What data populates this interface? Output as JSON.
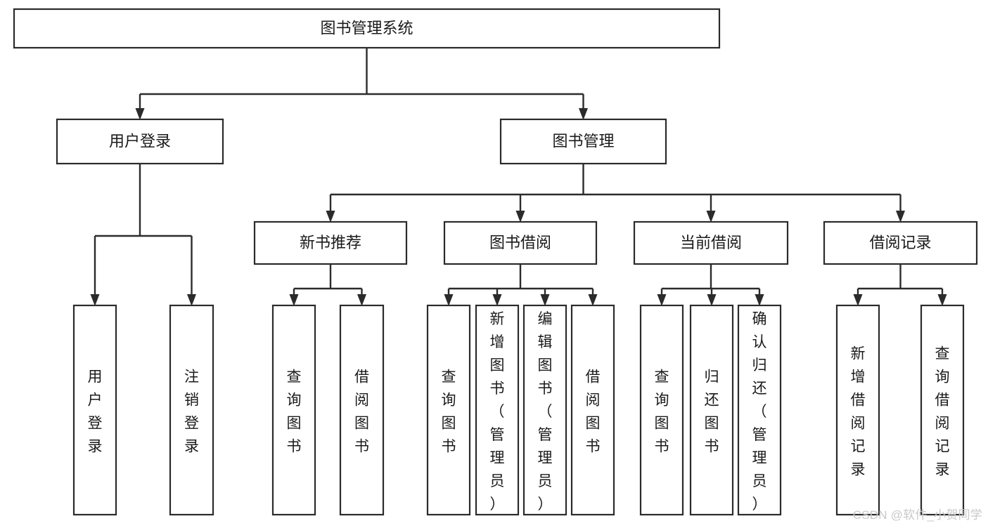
{
  "diagram": {
    "title": "图书管理系统",
    "type": "hierarchy-tree",
    "accent_color": "#2b2b2b",
    "background_color": "#ffffff",
    "box_fill": "#ffffff",
    "levels": [
      {
        "level": 1,
        "nodes": [
          {
            "id": "root",
            "label": "图书管理系统",
            "orientation": "horizontal"
          }
        ]
      },
      {
        "level": 2,
        "nodes": [
          {
            "id": "user-login",
            "label": "用户登录",
            "orientation": "horizontal",
            "parent": "root"
          },
          {
            "id": "book-admin",
            "label": "图书管理",
            "orientation": "horizontal",
            "parent": "root"
          }
        ]
      },
      {
        "level": 3,
        "nodes": [
          {
            "id": "new-book-rec",
            "label": "新书推荐",
            "orientation": "horizontal",
            "parent": "book-admin"
          },
          {
            "id": "book-borrow",
            "label": "图书借阅",
            "orientation": "horizontal",
            "parent": "book-admin"
          },
          {
            "id": "current-borrow",
            "label": "当前借阅",
            "orientation": "horizontal",
            "parent": "book-admin"
          },
          {
            "id": "borrow-record",
            "label": "借阅记录",
            "orientation": "horizontal",
            "parent": "book-admin"
          }
        ]
      },
      {
        "level": 4,
        "nodes": [
          {
            "id": "leaf-1",
            "label": "用户登录",
            "orientation": "vertical",
            "parent": "user-login"
          },
          {
            "id": "leaf-2",
            "label": "注销登录",
            "orientation": "vertical",
            "parent": "user-login"
          },
          {
            "id": "leaf-3",
            "label": "查询图书",
            "orientation": "vertical",
            "parent": "new-book-rec"
          },
          {
            "id": "leaf-4",
            "label": "借阅图书",
            "orientation": "vertical",
            "parent": "new-book-rec"
          },
          {
            "id": "leaf-5",
            "label": "查询图书",
            "orientation": "vertical",
            "parent": "book-borrow"
          },
          {
            "id": "leaf-6",
            "label": "新增图书（管理员）",
            "orientation": "vertical",
            "parent": "book-borrow"
          },
          {
            "id": "leaf-7",
            "label": "编辑图书（管理员）",
            "orientation": "vertical",
            "parent": "book-borrow"
          },
          {
            "id": "leaf-8",
            "label": "借阅图书",
            "orientation": "vertical",
            "parent": "book-borrow"
          },
          {
            "id": "leaf-9",
            "label": "查询图书",
            "orientation": "vertical",
            "parent": "current-borrow"
          },
          {
            "id": "leaf-10",
            "label": "归还图书",
            "orientation": "vertical",
            "parent": "current-borrow"
          },
          {
            "id": "leaf-11",
            "label": "确认归还（管理员）",
            "orientation": "vertical",
            "parent": "current-borrow"
          },
          {
            "id": "leaf-12",
            "label": "新增借阅记录",
            "orientation": "vertical",
            "parent": "borrow-record"
          },
          {
            "id": "leaf-13",
            "label": "查询借阅记录",
            "orientation": "vertical",
            "parent": "borrow-record"
          }
        ]
      }
    ]
  },
  "watermark": {
    "text": "CSDN @软件_小贺同学"
  }
}
